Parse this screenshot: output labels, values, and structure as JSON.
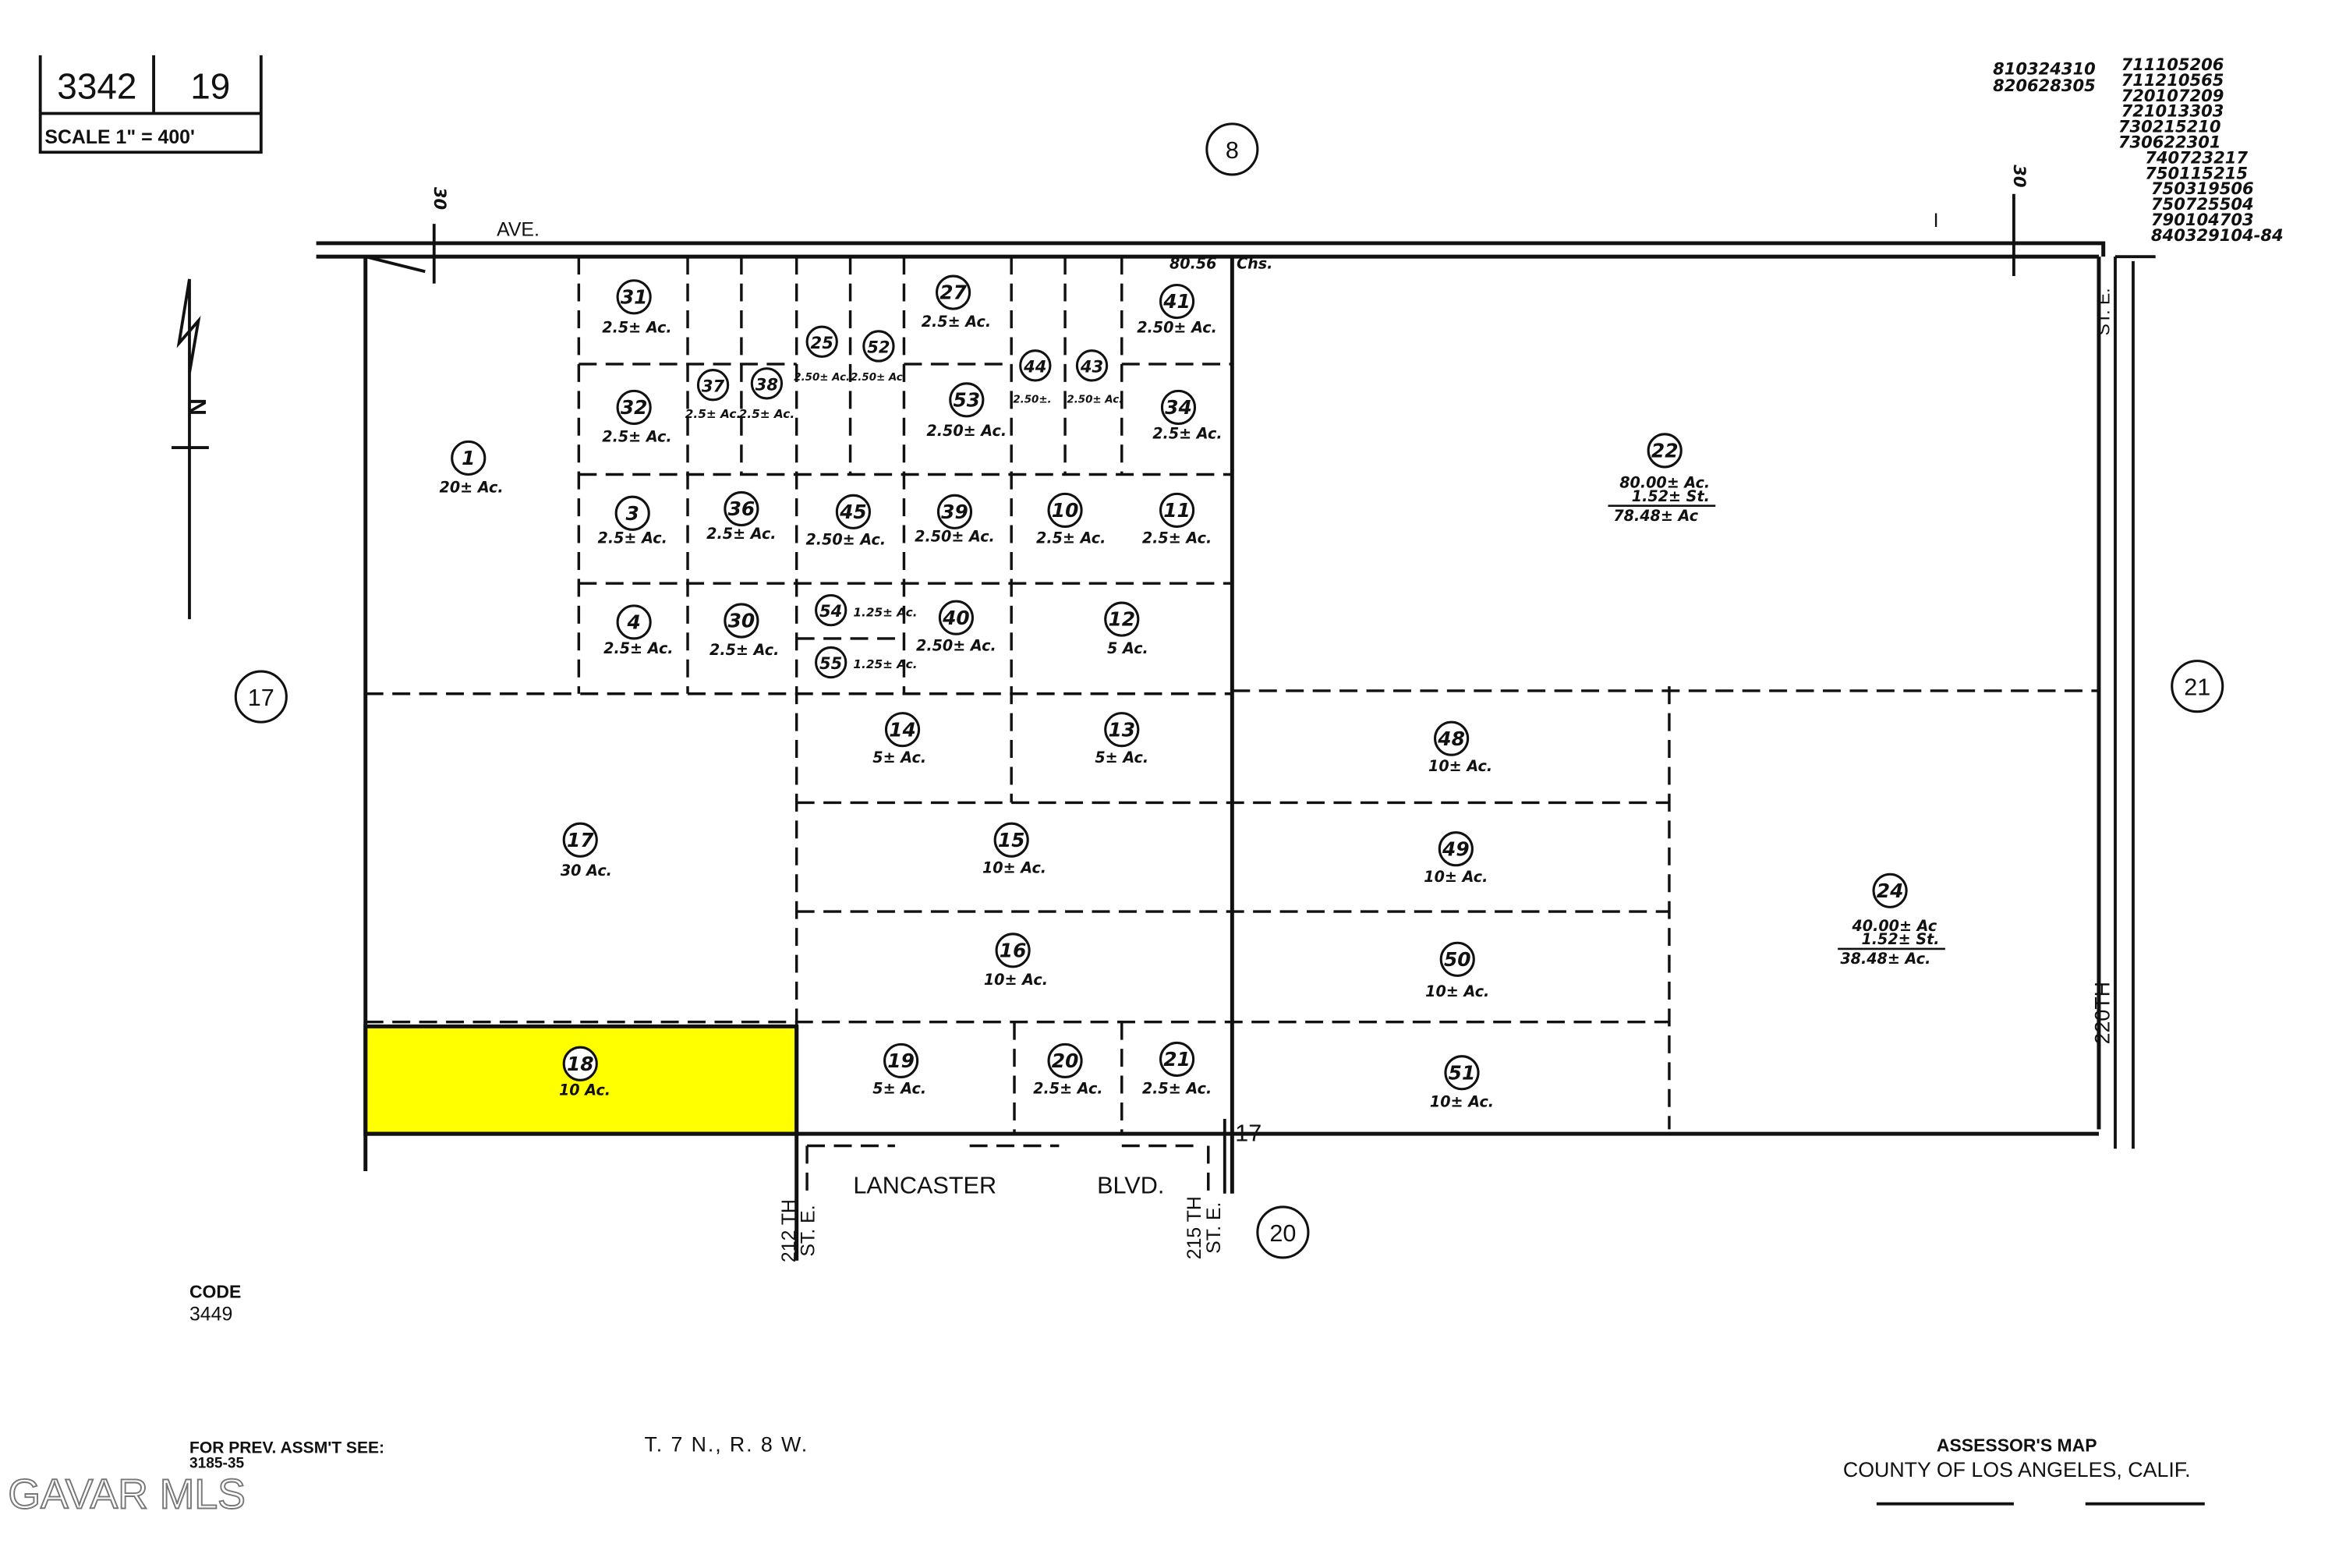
{
  "header": {
    "map_book": "3342",
    "page": "19",
    "scale": "SCALE 1\" = 400'"
  },
  "adjacent_pages": {
    "north": "8",
    "west": "17",
    "east": "21",
    "south": "20"
  },
  "streets": {
    "north_ave": "AVE.",
    "south_blvd_1": "LANCASTER",
    "south_blvd_2": "BLVD.",
    "east_st_1": "220TH",
    "east_st_2": "ST. E.",
    "st_212_1": "212 TH",
    "st_212_2": "ST. E.",
    "st_215_1": "215 TH",
    "st_215_2": "ST. E."
  },
  "dimensions": {
    "north_width": "80.56",
    "north_width_unit": "Chs.",
    "road_offset_west": "30",
    "road_offset_east": "30",
    "section_marker": "I",
    "corner_17": "17"
  },
  "north_arrow": {
    "label": "N"
  },
  "highlight_color": "#ffff00",
  "parcels": [
    {
      "num": "1",
      "area": "20± Ac."
    },
    {
      "num": "31",
      "area": "2.5± Ac."
    },
    {
      "num": "32",
      "area": "2.5± Ac."
    },
    {
      "num": "37",
      "area": "2.5± Ac."
    },
    {
      "num": "38",
      "area": "2.5± Ac."
    },
    {
      "num": "25",
      "area": "2.50± Ac."
    },
    {
      "num": "52",
      "area": "2.50± Ac."
    },
    {
      "num": "27",
      "area": "2.5± Ac."
    },
    {
      "num": "44",
      "area": "2.50±."
    },
    {
      "num": "43",
      "area": "2.50± Ac."
    },
    {
      "num": "41",
      "area": "2.50± Ac."
    },
    {
      "num": "53",
      "area": "2.50± Ac."
    },
    {
      "num": "34",
      "area": "2.5± Ac."
    },
    {
      "num": "3",
      "area": "2.5± Ac."
    },
    {
      "num": "36",
      "area": "2.5± Ac."
    },
    {
      "num": "45",
      "area": "2.50± Ac."
    },
    {
      "num": "39",
      "area": "2.50± Ac."
    },
    {
      "num": "10",
      "area": "2.5± Ac."
    },
    {
      "num": "11",
      "area": "2.5± Ac."
    },
    {
      "num": "4",
      "area": "2.5± Ac."
    },
    {
      "num": "30",
      "area": "2.5± Ac."
    },
    {
      "num": "54",
      "area": "1.25± Ac."
    },
    {
      "num": "55",
      "area": "1.25± Ac."
    },
    {
      "num": "40",
      "area": "2.50± Ac."
    },
    {
      "num": "12",
      "area": "5 Ac."
    },
    {
      "num": "14",
      "area": "5± Ac."
    },
    {
      "num": "13",
      "area": "5± Ac."
    },
    {
      "num": "48",
      "area": "10± Ac."
    },
    {
      "num": "17",
      "area": "30 Ac."
    },
    {
      "num": "15",
      "area": "10± Ac."
    },
    {
      "num": "49",
      "area": "10± Ac."
    },
    {
      "num": "16",
      "area": "10± Ac."
    },
    {
      "num": "50",
      "area": "10± Ac."
    },
    {
      "num": "18",
      "area": "10 Ac.",
      "highlighted": true
    },
    {
      "num": "19",
      "area": "5± Ac."
    },
    {
      "num": "20",
      "area": "2.5± Ac."
    },
    {
      "num": "21",
      "area": "2.5± Ac."
    },
    {
      "num": "51",
      "area": "10± Ac."
    },
    {
      "num": "22",
      "area": "80.00± Ac.",
      "area2": "1.52± St.",
      "area3": "78.48± Ac"
    },
    {
      "num": "24",
      "area": "40.00± Ac",
      "area2": "1.52± St.",
      "area3": "38.48± Ac."
    }
  ],
  "change_log": {
    "col1": [
      "810324310",
      "820628305"
    ],
    "col2": [
      "711105206",
      "711210565",
      "720107209",
      "721013303",
      "730215210",
      "730622301",
      "740723217",
      "750115215",
      "750319506",
      "750725504",
      "790104703",
      "840329104-84"
    ]
  },
  "footer": {
    "code_label": "CODE",
    "code_value": "3449",
    "prev_label": "FOR PREV. ASSM'T SEE:",
    "prev_value": "3185-35",
    "township": "T. 7 N., R. 8 W.",
    "map_title_1": "ASSESSOR'S MAP",
    "map_title_2": "COUNTY OF LOS ANGELES, CALIF.",
    "watermark": "GAVAR MLS"
  }
}
